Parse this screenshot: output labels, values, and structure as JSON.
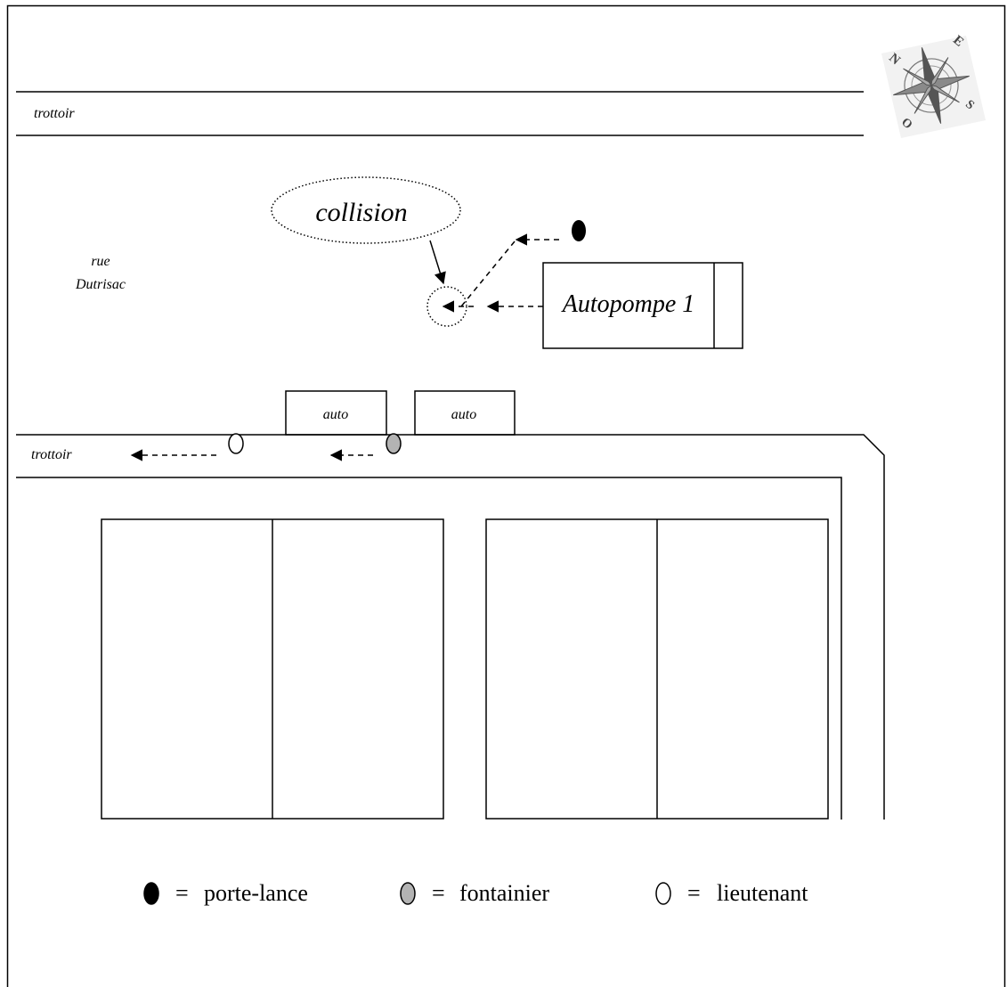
{
  "labels": {
    "sidewalk_top": "trottoir",
    "sidewalk_bottom": "trottoir",
    "street_line1": "rue",
    "street_line2": "Dutrisac",
    "collision": "collision",
    "truck": "Autopompe 1",
    "car1": "auto",
    "car2": "auto"
  },
  "compass": {
    "north": "N",
    "east": "E",
    "south": "S",
    "west": "O"
  },
  "legend": [
    {
      "symbol": "black-oval",
      "fill": "#000000",
      "eq": "=",
      "label": "porte-lance"
    },
    {
      "symbol": "gray-oval",
      "fill": "#b3b3b3",
      "eq": "=",
      "label": "fontainier"
    },
    {
      "symbol": "white-oval",
      "fill": "#ffffff",
      "eq": "=",
      "label": "lieutenant"
    }
  ],
  "colors": {
    "line": "#000000",
    "porte_lance": "#000000",
    "fontainier": "#b3b3b3",
    "lieutenant": "#ffffff"
  }
}
